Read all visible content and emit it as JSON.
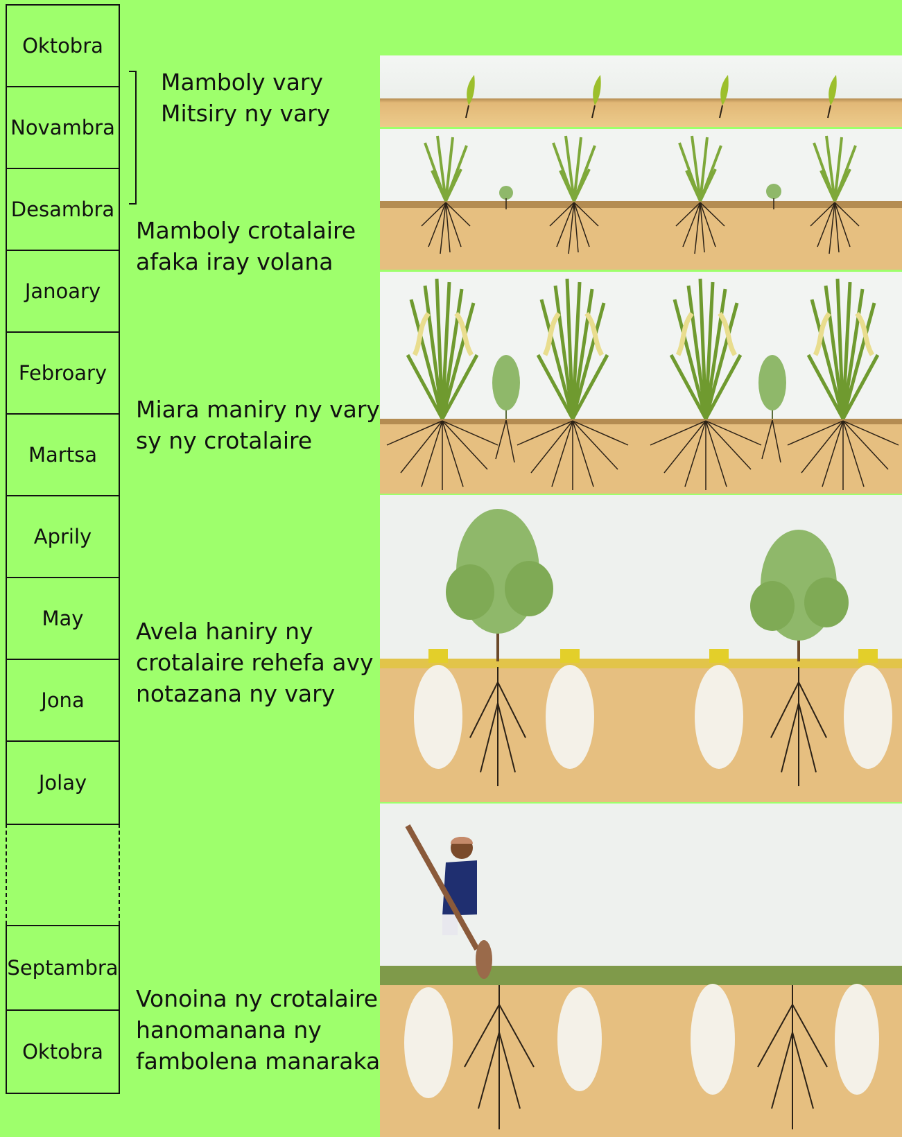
{
  "months": [
    "Oktobra",
    "Novambra",
    "Desambra",
    "Janoary",
    "Febroary",
    "Martsa",
    "Aprily",
    "May",
    "Jona",
    "Jolay",
    "",
    "Septambra",
    "Oktobra"
  ],
  "labels": {
    "sowing": [
      "Mamboly vary",
      "Mitsiry ny vary"
    ],
    "crotalaria_sowing": [
      "Mamboly crotalaire",
      "afaka iray volana"
    ],
    "growing": [
      "Miara maniry ny vary",
      "sy ny crotalaire"
    ],
    "harvest": [
      "Avela haniry ny",
      "crotalaire rehefa avy",
      "notazana ny vary"
    ],
    "incorporation": [
      "Vonoina ny crotalaire",
      "hanomanana ny",
      "fambolena manaraka"
    ]
  },
  "panels": [
    {
      "name": "rice-seedling-panel",
      "stage": "rice seedlings emerging"
    },
    {
      "name": "young-rice-panel",
      "stage": "young rice and crotalaria seedlings"
    },
    {
      "name": "mature-rice-panel",
      "stage": "mature rice with crotalaria"
    },
    {
      "name": "crotalaria-after-harvest-panel",
      "stage": "crotalaria growing after rice harvest"
    },
    {
      "name": "crotalaria-termination-panel",
      "stage": "farmer cutting crotalaria"
    }
  ],
  "colors": {
    "background": "#9eff6c",
    "soil_top": "#b9935a",
    "soil": "#e8c27e",
    "rice_green": "#6f9a2f",
    "crotalaria_green": "#7faa55",
    "root": "#2b2116",
    "rice_stubble": "#e3cf2a"
  }
}
